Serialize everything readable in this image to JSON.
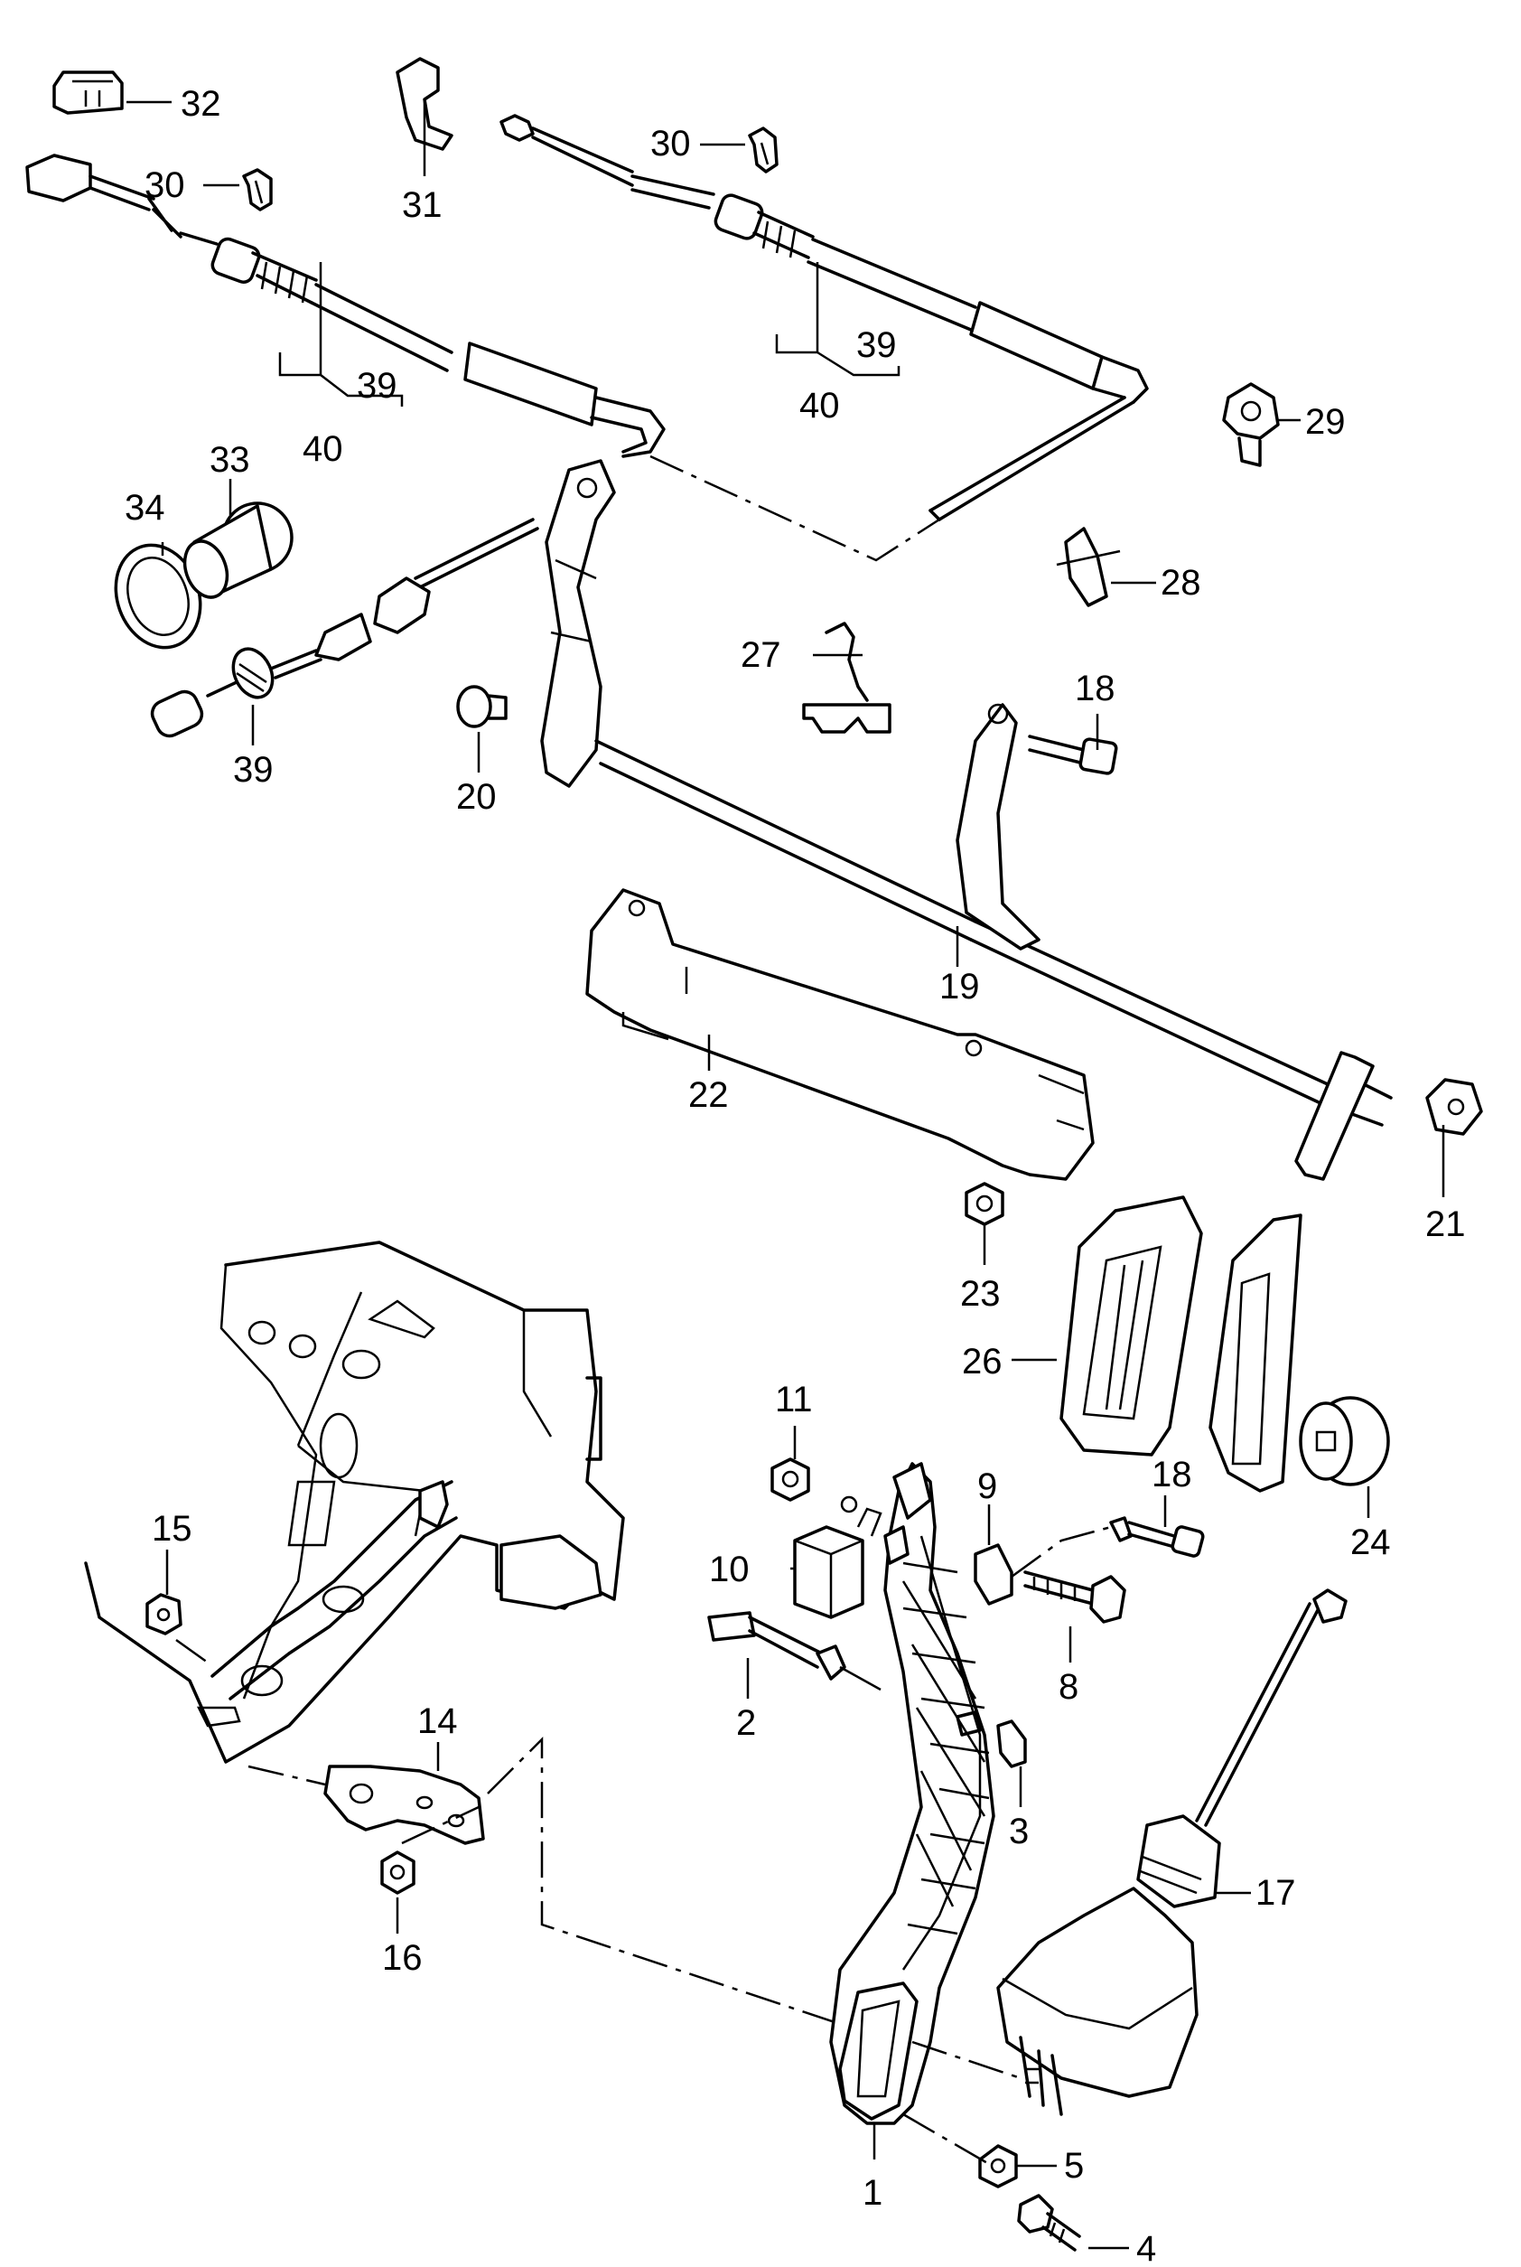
{
  "callouts": [
    {
      "id": "1",
      "text": "1"
    },
    {
      "id": "2",
      "text": "2"
    },
    {
      "id": "3",
      "text": "3"
    },
    {
      "id": "4",
      "text": "4"
    },
    {
      "id": "5",
      "text": "5"
    },
    {
      "id": "8",
      "text": "8"
    },
    {
      "id": "9",
      "text": "9"
    },
    {
      "id": "10",
      "text": "10"
    },
    {
      "id": "11",
      "text": "11"
    },
    {
      "id": "14",
      "text": "14"
    },
    {
      "id": "15",
      "text": "15"
    },
    {
      "id": "16",
      "text": "16"
    },
    {
      "id": "17",
      "text": "17"
    },
    {
      "id": "18a",
      "text": "18"
    },
    {
      "id": "18b",
      "text": "18"
    },
    {
      "id": "19",
      "text": "19"
    },
    {
      "id": "20",
      "text": "20"
    },
    {
      "id": "21",
      "text": "21"
    },
    {
      "id": "22",
      "text": "22"
    },
    {
      "id": "23",
      "text": "23"
    },
    {
      "id": "24",
      "text": "24"
    },
    {
      "id": "26",
      "text": "26"
    },
    {
      "id": "27",
      "text": "27"
    },
    {
      "id": "28",
      "text": "28"
    },
    {
      "id": "29",
      "text": "29"
    },
    {
      "id": "30a",
      "text": "30"
    },
    {
      "id": "30b",
      "text": "30"
    },
    {
      "id": "31",
      "text": "31"
    },
    {
      "id": "32",
      "text": "32"
    },
    {
      "id": "33",
      "text": "33"
    },
    {
      "id": "34",
      "text": "34"
    },
    {
      "id": "39a",
      "text": "39"
    },
    {
      "id": "39b",
      "text": "39"
    },
    {
      "id": "39c",
      "text": "39"
    },
    {
      "id": "40a",
      "text": "40"
    },
    {
      "id": "40b",
      "text": "40"
    }
  ]
}
